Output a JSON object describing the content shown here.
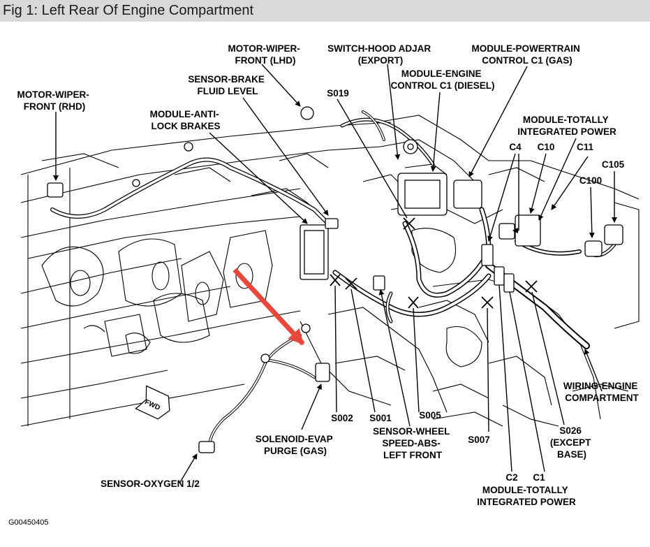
{
  "title": "Fig 1: Left Rear Of Engine Compartment",
  "figure_code": "G00450405",
  "direction_tag": "FWD",
  "colors": {
    "arrow": "#e8473a",
    "title_bar": "#d9d9d9",
    "ink": "#000000"
  },
  "labels": {
    "motor_wiper_rhd": [
      "MOTOR-WIPER-",
      "FRONT (RHD)"
    ],
    "motor_wiper_lhd": [
      "MOTOR-WIPER-",
      "FRONT (LHD)"
    ],
    "sensor_brake_fluid": [
      "SENSOR-BRAKE",
      "FLUID LEVEL"
    ],
    "module_antilock": [
      "MODULE-ANTI-",
      "LOCK BRAKES"
    ],
    "switch_hood": [
      "SWITCH-HOOD ADJAR",
      "(EXPORT)"
    ],
    "module_engine_control": [
      "MODULE-ENGINE",
      "CONTROL C1 (DIESEL)"
    ],
    "module_powertrain": [
      "MODULE-POWERTRAIN",
      "CONTROL C1 (GAS)"
    ],
    "s019": "S019",
    "module_tip_top": [
      "MODULE-TOTALLY",
      "INTEGRATED POWER"
    ],
    "c4": "C4",
    "c10": "C10",
    "c11": "C11",
    "c105": "C105",
    "c100": "C100",
    "wiring_engine": [
      "WIRING-ENGINE",
      "COMPARTMENT"
    ],
    "s026": [
      "S026",
      "(EXCEPT",
      "BASE)"
    ],
    "s007": "S007",
    "c2": "C2",
    "c1": "C1",
    "module_tip_bottom": [
      "MODULE-TOTALLY",
      "INTEGRATED POWER"
    ],
    "s002": "S002",
    "s001": "S001",
    "s005": "S005",
    "sensor_wheel": [
      "SENSOR-WHEEL",
      "SPEED-ABS-",
      "LEFT FRONT"
    ],
    "solenoid_evap": [
      "SOLENOID-EVAP",
      "PURGE (GAS)"
    ],
    "sensor_oxygen": "SENSOR-OXYGEN 1/2"
  }
}
